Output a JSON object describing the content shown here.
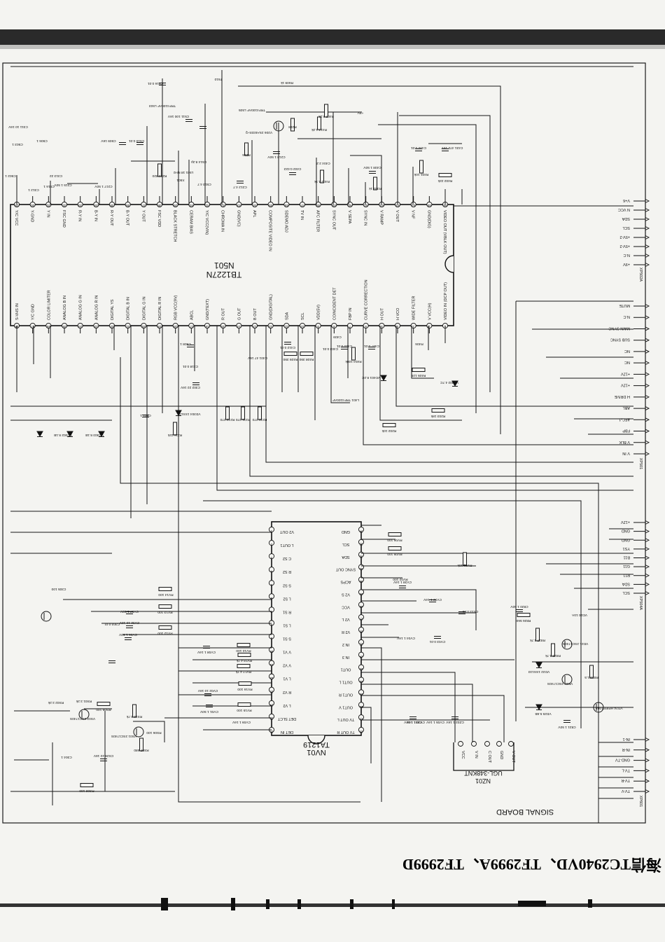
{
  "title": "海信TC2940VD、TF2999A、TF2999D",
  "board_label": "SIGNAL BOARD",
  "ic_main": {
    "name": "TB1227N",
    "designator": "N501",
    "top_pins": [
      "VIDEO OUT (VBLK OUT)",
      "GND(DIG)",
      "V NF",
      "V OUT",
      "V RAMP",
      "SYNC IN",
      "V SEPA",
      "SYNC OUT",
      "AFC FILTER",
      "TV IN",
      "SDEMO ADJ",
      "COMPOSITE VIDEO IN",
      "APL",
      "GND(VC)",
      "CHROMA IN",
      "Y/C VCC(VIN)",
      "CERAM BIAS",
      "BLACK STRETCH",
      "FSC VDD",
      "Y OUT",
      "B-Y OUT",
      "R-Y OUT",
      "B-Y IN",
      "R-Y IN",
      "FSC GND",
      "Y IN",
      "Y-GND",
      "Y/C VCC"
    ],
    "bottom_pins": [
      "VIDEO IN (DCP OUT)",
      "V VCC(H)",
      "WIDE FILTER",
      "H VCO",
      "H OUT",
      "CURVE CORRECTION",
      "FBP IN",
      "COINCIDENT DET",
      "VDD(5V)",
      "SCL",
      "SDA",
      "GND(DIGITAL)",
      "B OUT",
      "G OUT",
      "R OUT",
      "GND(TEXT)",
      "ABCL",
      "RGB VCC(9V)",
      "DIGITAL R IN",
      "DIGITAL G IN",
      "DIGITAL B IN",
      "DIGITAL YS",
      "ANALOG R IN",
      "ANALOG G IN",
      "ANALOG B IN",
      "COLOR LIMITER",
      "Y/C GND",
      "S-VHS IN"
    ]
  },
  "ic_switch": {
    "name": "TA1219",
    "designator": "NV01",
    "left_pins": [
      "V2 OUT",
      "L OUT1",
      "C S2",
      "R S2",
      "S S2",
      "L S2",
      "R S1",
      "L S1",
      "S S1",
      "V V1",
      "V V2",
      "L V1",
      "R V2",
      "L V2",
      "DET SLCT",
      "DET IN"
    ],
    "right_pins": [
      "GND",
      "SCL",
      "SDA",
      "SYNC OUT",
      "ACPS",
      "V2 S",
      "VCC",
      "V2 L",
      "V2 R",
      "IN 2",
      "IN 3",
      "OUT1",
      "OUT1 L",
      "OUT1 R",
      "OUT1 V",
      "TV OUT L",
      "TV OUT R"
    ]
  },
  "tuner": {
    "name": "UGL-348KNT",
    "designator": "NZ01",
    "pins": [
      "VCC",
      "V IN",
      "C OUT",
      "GND",
      "V OUT"
    ]
  },
  "connector_top": {
    "name": "XP502A",
    "pins": [
      "V+6",
      "N VCC",
      "SDA",
      "SCL",
      "+5V-2",
      "+5V-2",
      "N.C",
      "+9V"
    ]
  },
  "connector_mid": {
    "name": "XP501",
    "pins": [
      "MUTE",
      "N.C",
      "MAIN SYNC",
      "SUB SYNC",
      "NC",
      "NC",
      "+12V",
      "+12V",
      "H DRIVE",
      "ABL",
      "AFC-1",
      "FBP",
      "V BLK",
      "V IN"
    ]
  },
  "connector_low": {
    "name": "XP504A",
    "pins": [
      "+12V",
      "GND",
      "GND",
      "YS1",
      "B11",
      "G11",
      "R11",
      "SDA",
      "SCL"
    ]
  },
  "connector_bottom": {
    "name": "XP601",
    "pins": [
      "IN-1",
      "IN-R",
      "GND-TV",
      "TV-L",
      "TV-R",
      "TV-V"
    ]
  },
  "components": {
    "l503": "TRF4100AF L503",
    "l505": "TRF4100AF L505",
    "c516": "C516 0.01",
    "t610": "T610",
    "r609": "R609 1k",
    "c511": "C511 100 16V",
    "q206": "V206 2SA933S-Q",
    "r218": "R218",
    "r417": "R417 1.2k",
    "r407": "R407 2.2k",
    "plus9v": "+9V",
    "c430": "C430 0.01",
    "c431": "C431 470 16V",
    "r401": "R401 10k",
    "r402": "R402 22k",
    "c509": "C509 16V",
    "c510": "C510 0.01",
    "l501": "L501 18 MHz",
    "x501": "X501",
    "c513": "C513 4.7",
    "c514": "C514 8.2p",
    "c212": "C212 4.7",
    "r214": "R214 820",
    "c218": "C218 1 50V",
    "r216": "R216",
    "c402": "C402 0.022",
    "c404": "C404 2.2",
    "r403": "R403 4.7k",
    "c408": "C408 1 50V",
    "r333": "R333 1k",
    "c215": "C215 1 50V",
    "c217": "C217 1 50V",
    "c516b": "C516 1",
    "c503": "C503 1",
    "c506": "C506 1",
    "c502": "C502 1",
    "c412": "C412 0.01",
    "c401": "C401 47 16V",
    "r409": "R409 390",
    "r408": "R408 390",
    "c409": "C409",
    "c410": "C410 0.01",
    "c407": "C407 0.01",
    "r404": "R404 100k",
    "r406": "R406",
    "vd401": "VD401 8.2C",
    "r405": "R405 125",
    "vd402": "VD402 4.7C",
    "l401": "L401 TRF4100AF",
    "r202": "R202 10k",
    "r203": "R203 18k",
    "vd304": "VD304 1SS133",
    "c501": "C501 1",
    "c302": "C302 22 16V",
    "c318": "C318 0.01",
    "r212": "R212 270",
    "r211": "R211 270",
    "r210": "R210 270",
    "r22x": "R22x 22k",
    "c508": "C508 1",
    "vd302": "VD302 8.1B",
    "vd303": "VD303 8.1B",
    "rv06": "RV06 100",
    "rv05": "RV05 100",
    "rv01": "RV01 10k",
    "cv28": "CV28 1 16V",
    "cv22": "CV22 1 16V",
    "cv23": "CV23 0.01",
    "rv10": "RV10 100",
    "cv08": "CV08 1 16V",
    "cv03": "CV03 0.01",
    "rv14": "RV14 100",
    "rv13": "RV13 100",
    "rv12": "RV12 100",
    "cv07": "CV07 1 50V",
    "cv32": "CV32 10 16V",
    "cv06": "CV06 1 50V",
    "cv02": "CV02 10 16V",
    "cv01": "CV01 1 50V",
    "rv18": "RV18 4.7k",
    "rv17": "RV17 4.7k",
    "rv16": "RV16 100",
    "rv15": "RV15 100",
    "cv09": "CV09 1 16V",
    "cv04": "CV04 1 16V",
    "cv05": "CV05 1 16V",
    "cv10": "CV10 1 16V",
    "c820": "C820 1 50V",
    "r826": "R826 560",
    "vd20": "VD20 10A",
    "vd21": "VD21 2SC1740S",
    "r827": "R827 4.7k",
    "r825": "R825 4.7k",
    "vd22": "VD22 1SS133",
    "vd23": "VD23 2SC1740S",
    "r828": "R828 1.5",
    "c821": "C821 1 50V",
    "vd24": "VD24 HPIEE100A",
    "vd25": "VD25 5.6B",
    "cz01": "CZ01 1 16V",
    "cz02": "CZ02 1 16V",
    "vs01": "VS01 2SC1740S",
    "vs02": "VS02 2SC1740S",
    "rs09": "RS09 100",
    "rs10": "RS10 4.7k",
    "rs07": "RS07 680",
    "cs29": "CS29 22 16V",
    "rs08": "RS08 100",
    "rs01": "RS01 2.2k",
    "rs02": "RS02 2.2k",
    "rs06": "RS06 100",
    "c303": "C303 0.01",
    "c313": "C313 22",
    "c312": "C312 1",
    "c304": "C304 1",
    "c305": "C305 100",
    "c311": "C311 10 16V",
    "rv02": "RV02 100",
    "c403": "C403 0.01"
  }
}
